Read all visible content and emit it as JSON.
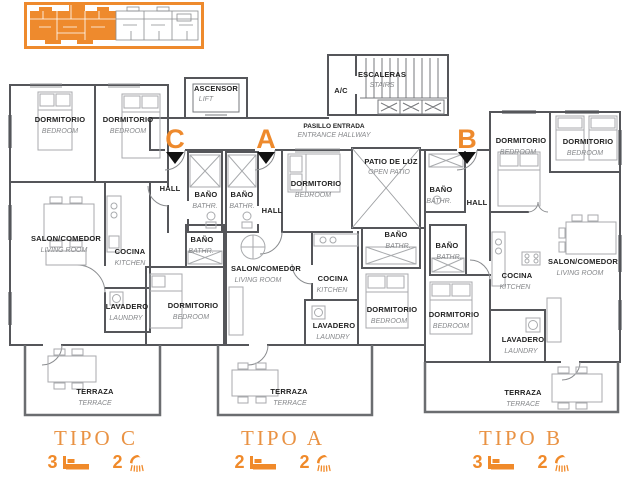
{
  "colors": {
    "accent_orange": "#EE8A2D",
    "legend_title_orange": "#E99243",
    "wall_gray": "#55565A",
    "furniture_gray": "#A8AAAD",
    "label_black": "#1F1F1F",
    "label_en_gray": "#85878A",
    "marker_triangle": "#111111"
  },
  "core": {
    "ascensor_es": "ASCENSOR",
    "ascensor_en": "LIFT",
    "ac": "A/C",
    "escaleras_es": "ESCALERAS",
    "escaleras_en": "STAIRS",
    "pasillo_es": "PASILLO ENTRADA",
    "pasillo_en": "ENTRANCE HALLWAY",
    "patio_es": "PATIO DE LUZ",
    "patio_en": "OPEN PATIO"
  },
  "markers": {
    "c": "C",
    "a": "A",
    "b": "B"
  },
  "units": {
    "c": {
      "rooms": [
        {
          "es": "DORMITORIO",
          "en": "BEDROOM"
        },
        {
          "es": "DORMITORIO",
          "en": "BEDROOM"
        },
        {
          "es": "HALL"
        },
        {
          "es": "BAÑO",
          "en": "BATHR."
        },
        {
          "es": "BAÑO",
          "en": "BATHR."
        },
        {
          "es": "SALON/COMEDOR",
          "en": "LIVING ROOM"
        },
        {
          "es": "COCINA",
          "en": "KITCHEN"
        },
        {
          "es": "LAVADERO",
          "en": "LAUNDRY"
        },
        {
          "es": "DORMITORIO",
          "en": "BEDROOM"
        },
        {
          "es": "TERRAZA",
          "en": "TERRACE"
        }
      ]
    },
    "a": {
      "rooms": [
        {
          "es": "BAÑO",
          "en": "BATHR."
        },
        {
          "es": "HALL"
        },
        {
          "es": "DORMITORIO",
          "en": "BEDROOM"
        },
        {
          "es": "BAÑO",
          "en": "BATHR."
        },
        {
          "es": "SALON/COMEDOR",
          "en": "LIVING ROOM"
        },
        {
          "es": "COCINA",
          "en": "KITCHEN"
        },
        {
          "es": "LAVADERO",
          "en": "LAUNDRY"
        },
        {
          "es": "DORMITORIO",
          "en": "BEDROOM"
        },
        {
          "es": "TERRAZA",
          "en": "TERRACE"
        }
      ]
    },
    "b": {
      "rooms": [
        {
          "es": "BAÑO",
          "en": "BATHR."
        },
        {
          "es": "HALL"
        },
        {
          "es": "BAÑO",
          "en": "BATHR."
        },
        {
          "es": "DORMITORIO",
          "en": "BEDROOM"
        },
        {
          "es": "DORMITORIO",
          "en": "BEDROOM"
        },
        {
          "es": "COCINA",
          "en": "KITCHEN"
        },
        {
          "es": "SALON/COMEDOR",
          "en": "LIVING ROOM"
        },
        {
          "es": "DORMITORIO",
          "en": "BEDROOM"
        },
        {
          "es": "LAVADERO",
          "en": "LAUNDRY"
        },
        {
          "es": "TERRAZA",
          "en": "TERRACE"
        }
      ]
    }
  },
  "legend": {
    "items": [
      {
        "title": "TIPO C",
        "beds": "3",
        "baths": "2"
      },
      {
        "title": "TIPO A",
        "beds": "2",
        "baths": "2"
      },
      {
        "title": "TIPO B",
        "beds": "3",
        "baths": "2"
      }
    ]
  }
}
